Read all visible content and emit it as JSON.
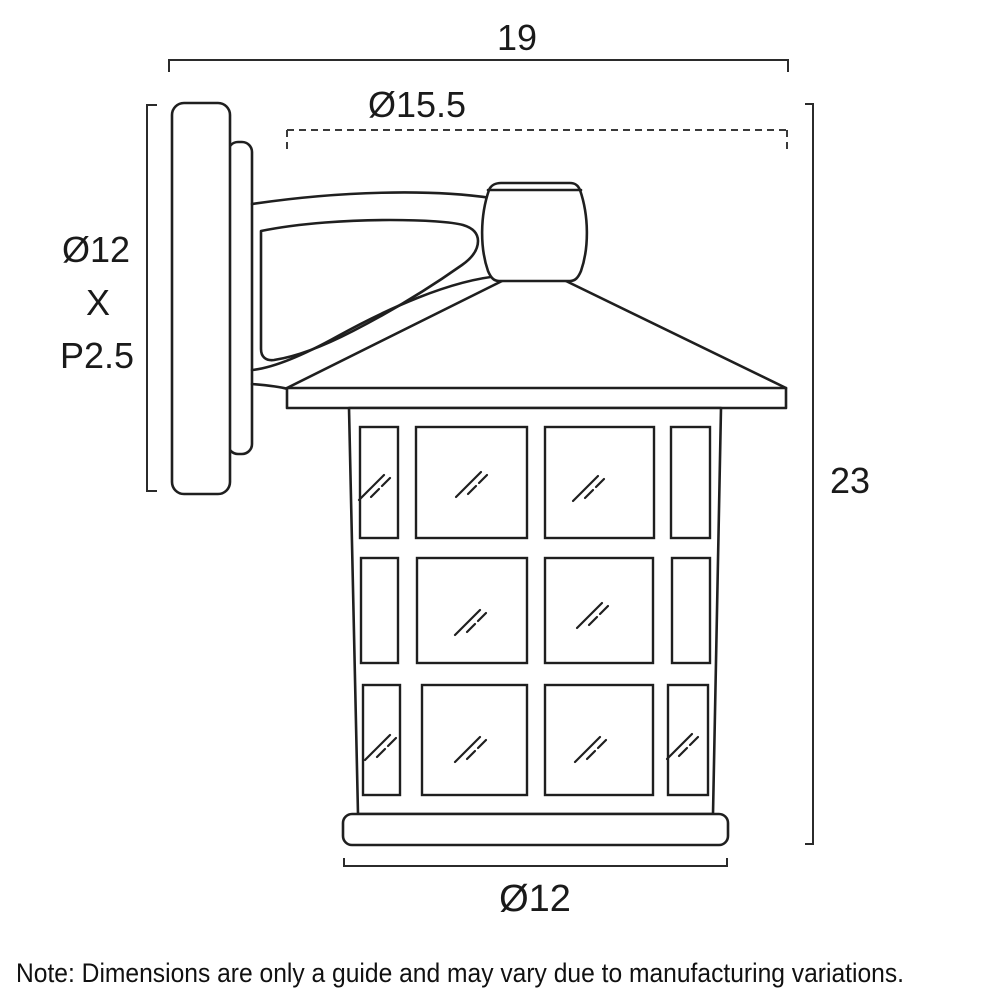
{
  "drawing": {
    "type": "technical-dimension-drawing",
    "subject": "outdoor wall lantern light fixture, side elevation",
    "dimensions": {
      "overall_width": "19",
      "shade_diameter": "Ø15.5",
      "backplate_line1": "Ø12",
      "backplate_line2": "X",
      "backplate_line3": "P2.5",
      "overall_height": "23",
      "body_diameter": "Ø12"
    },
    "note": "Note: Dimensions are only a guide and may vary due to manufacturing variations.",
    "colors": {
      "line": "#1f1f1f",
      "dimension_line": "#2b2b2b",
      "background": "#ffffff",
      "text": "#1a1a1a"
    }
  }
}
